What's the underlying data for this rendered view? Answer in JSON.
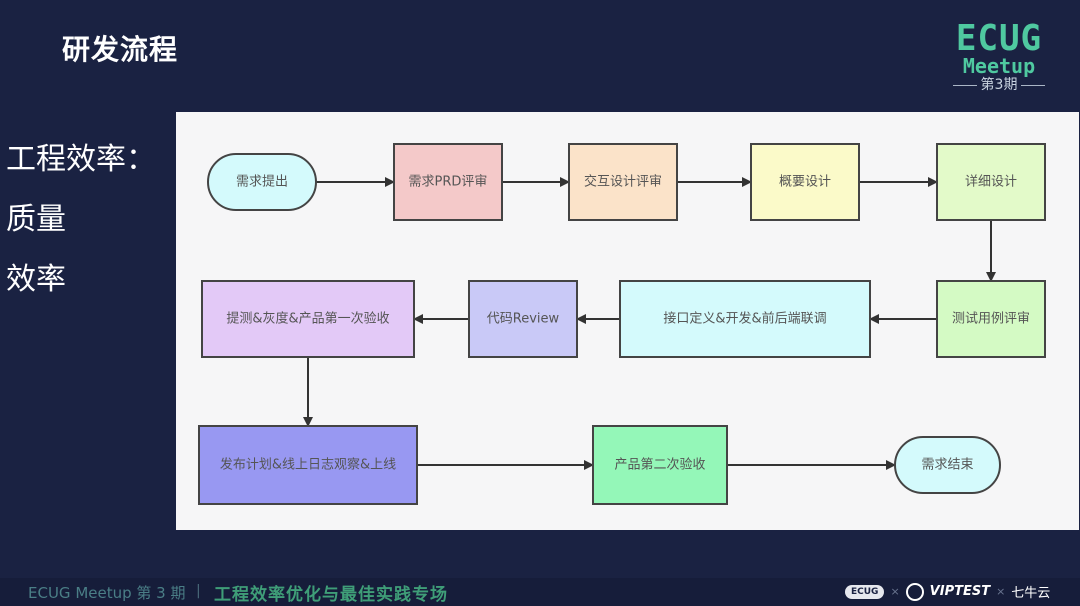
{
  "header": {
    "title": "研发流程"
  },
  "logo": {
    "line1": "ECUG",
    "line2": "Meetup",
    "issue": "第3期"
  },
  "side_text": [
    "工程效率：",
    "质量",
    "效率"
  ],
  "diagram": {
    "nodes": [
      {
        "id": "n1",
        "label": "需求提出",
        "shape": "terminal",
        "fill": "#d4fafc"
      },
      {
        "id": "n2",
        "label": "需求PRD评审",
        "shape": "rect",
        "fill": "#f4c9c9"
      },
      {
        "id": "n3",
        "label": "交互设计评审",
        "shape": "rect",
        "fill": "#fbe3c9"
      },
      {
        "id": "n4",
        "label": "概要设计",
        "shape": "rect",
        "fill": "#fbfac9"
      },
      {
        "id": "n5",
        "label": "详细设计",
        "shape": "rect",
        "fill": "#e3fac9"
      },
      {
        "id": "n6",
        "label": "测试用例评审",
        "shape": "rect",
        "fill": "#d4fac4"
      },
      {
        "id": "n7",
        "label": "接口定义&开发&前后端联调",
        "shape": "rect",
        "fill": "#d4fafc"
      },
      {
        "id": "n8",
        "label": "代码Review",
        "shape": "rect",
        "fill": "#c9c9f7"
      },
      {
        "id": "n9",
        "label": "提测&灰度&产品第一次验收",
        "shape": "rect",
        "fill": "#e3c9f7"
      },
      {
        "id": "n10",
        "label": "发布计划&线上日志观察&上线",
        "shape": "rect",
        "fill": "#9898f2"
      },
      {
        "id": "n11",
        "label": "产品第二次验收",
        "shape": "rect",
        "fill": "#94f7b8"
      },
      {
        "id": "n12",
        "label": "需求结束",
        "shape": "terminal",
        "fill": "#d4fafc"
      }
    ],
    "edges": [
      [
        "n1",
        "n2"
      ],
      [
        "n2",
        "n3"
      ],
      [
        "n3",
        "n4"
      ],
      [
        "n4",
        "n5"
      ],
      [
        "n5",
        "n6"
      ],
      [
        "n6",
        "n7"
      ],
      [
        "n7",
        "n8"
      ],
      [
        "n8",
        "n9"
      ],
      [
        "n9",
        "n10"
      ],
      [
        "n10",
        "n11"
      ],
      [
        "n11",
        "n12"
      ]
    ]
  },
  "footer": {
    "event": "ECUG Meetup 第 3 期",
    "separator": "|",
    "topic": "工程效率优化与最佳实践专场",
    "sponsors": [
      "ECUG",
      "VIPTEST",
      "七牛云"
    ],
    "times": "×"
  }
}
